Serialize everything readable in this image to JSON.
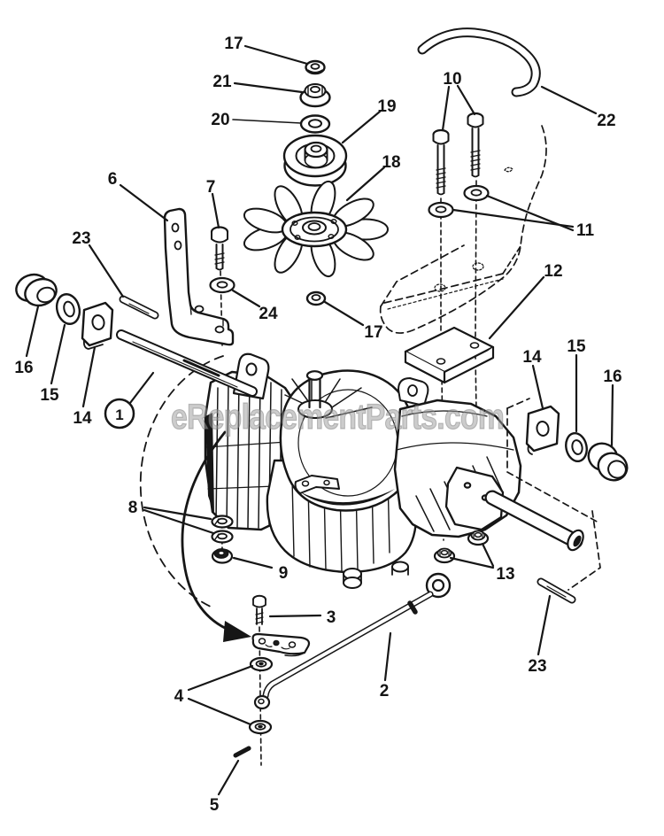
{
  "diagram": {
    "watermark": "eReplacementParts.com",
    "watermark_color": "#9e9e9e",
    "line_color": "#161616",
    "callouts": {
      "c17_top": "17",
      "c21": "21",
      "c20": "20",
      "c19": "19",
      "c18": "18",
      "c10": "10",
      "c22": "22",
      "c11": "11",
      "c6": "6",
      "c7": "7",
      "c23_left": "23",
      "c24": "24",
      "c17_mid": "17",
      "c12": "12",
      "c16_left": "16",
      "c15_left": "15",
      "c14_left": "14",
      "c1": "1",
      "c14_right": "14",
      "c15_right": "15",
      "c16_right": "16",
      "c8": "8",
      "c9": "9",
      "c13": "13",
      "c3": "3",
      "c2": "2",
      "c23_right": "23",
      "c4": "4",
      "c5": "5"
    }
  }
}
